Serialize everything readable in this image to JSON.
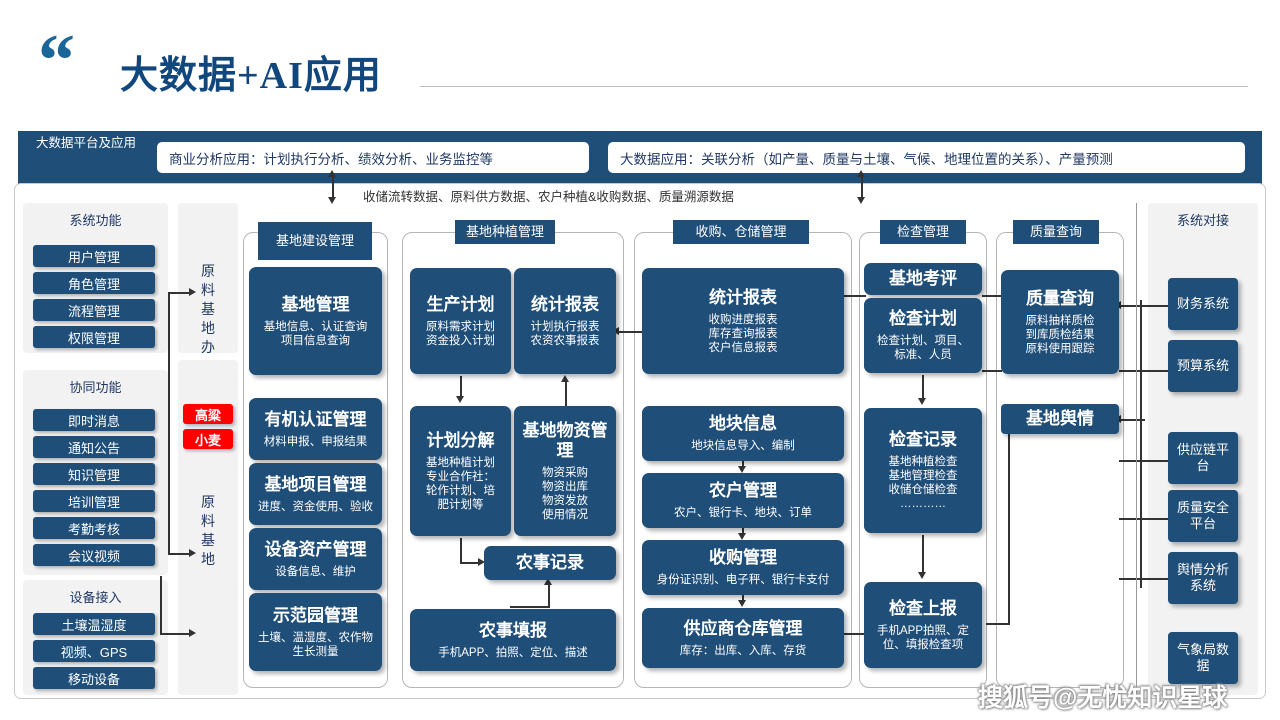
{
  "header": {
    "quote_glyph": "“",
    "title": "大数据+AI应用"
  },
  "banner": {
    "left_label": "大数据平台及应用",
    "boxes": [
      "商业分析应用：计划执行分析、绩效分析、业务监控等",
      "大数据应用：关联分析（如产量、质量与土壤、气候、地理位置的关系）、产量预测"
    ]
  },
  "flow_note": "收储流转数据、原料供方数据、农户种植&收购数据、质量溯源数据",
  "sidebar": {
    "groups": [
      {
        "title": "系统功能",
        "items": [
          "用户管理",
          "角色管理",
          "流程管理",
          "权限管理"
        ]
      },
      {
        "title": "协同功能",
        "items": [
          "即时消息",
          "通知公告",
          "知识管理",
          "培训管理",
          "考勤考核",
          "会议视频"
        ]
      },
      {
        "title": "设备接入",
        "items": [
          "土壤温湿度",
          "视频、GPS",
          "移动设备"
        ]
      }
    ]
  },
  "section_labels": {
    "top": "原料基地办",
    "bottom": "原料基地"
  },
  "crop_tags": [
    "高粱",
    "小麦"
  ],
  "columns": [
    {
      "tab": "基地建设管理",
      "cards": [
        {
          "title": "基地管理",
          "sub": "基地信息、认证查询\n项目信息查询"
        },
        {
          "title": "有机认证管理",
          "sub": "材料申报、申报结果"
        },
        {
          "title": "基地项目管理",
          "sub": "进度、资金使用、验收"
        },
        {
          "title": "设备资产管理",
          "sub": "设备信息、维护"
        },
        {
          "title": "示范园管理",
          "sub": "土壤、温湿度、农作物\n生长测量"
        }
      ]
    },
    {
      "tab": "基地种植管理",
      "cards": [
        {
          "title": "生产计划",
          "sub": "原料需求计划\n资金投入计划"
        },
        {
          "title": "统计报表",
          "sub": "计划执行报表\n农资农事报表"
        },
        {
          "title": "计划分解",
          "sub": "基地种植计划\n专业合作社：\n轮作计划、培\n肥计划等"
        },
        {
          "title": "基地物资管理",
          "sub": "物资采购\n物资出库\n物资发放\n使用情况"
        },
        {
          "title": "农事记录",
          "sub": ""
        },
        {
          "title": "农事填报",
          "sub": "手机APP、拍照、定位、描述"
        }
      ]
    },
    {
      "tab": "收购、仓储管理",
      "cards": [
        {
          "title": "统计报表",
          "sub": "收购进度报表\n库存查询报表\n农户信息报表"
        },
        {
          "title": "地块信息",
          "sub": "地块信息导入、编制"
        },
        {
          "title": "农户管理",
          "sub": "农户、银行卡、地块、订单"
        },
        {
          "title": "收购管理",
          "sub": "身份证识别、电子秤、银行卡支付"
        },
        {
          "title": "供应商仓库管理",
          "sub": "库存：出库、入库、存货"
        }
      ]
    },
    {
      "tab": "检查管理",
      "cards": [
        {
          "title": "基地考评",
          "sub": ""
        },
        {
          "title": "检查计划",
          "sub": "检查计划、项目、\n标准、人员"
        },
        {
          "title": "检查记录",
          "sub": "基地种植检查\n基地管理检查\n收储仓储检查\n…………"
        },
        {
          "title": "检查上报",
          "sub": "手机APP拍照、定\n位、填报检查项"
        }
      ]
    },
    {
      "tab": "质量查询",
      "cards": [
        {
          "title": "质量查询",
          "sub": "原料抽样质检\n到库质检结果\n原料使用跟踪"
        },
        {
          "title": "基地舆情",
          "sub": ""
        }
      ]
    }
  ],
  "integration": {
    "title": "系统对接",
    "items": [
      "财务系统",
      "预算系统",
      "供应链平台",
      "质量安全平台",
      "舆情分析系统",
      "气象局数据"
    ]
  },
  "watermark": "搜狐号@无忧知识星球",
  "colors": {
    "brand_blue": "#1F4E79",
    "title_blue": "#12477E",
    "accent_blue": "#1B6698",
    "tag_red": "#FF0000",
    "panel_grey": "#f2f2f2"
  }
}
